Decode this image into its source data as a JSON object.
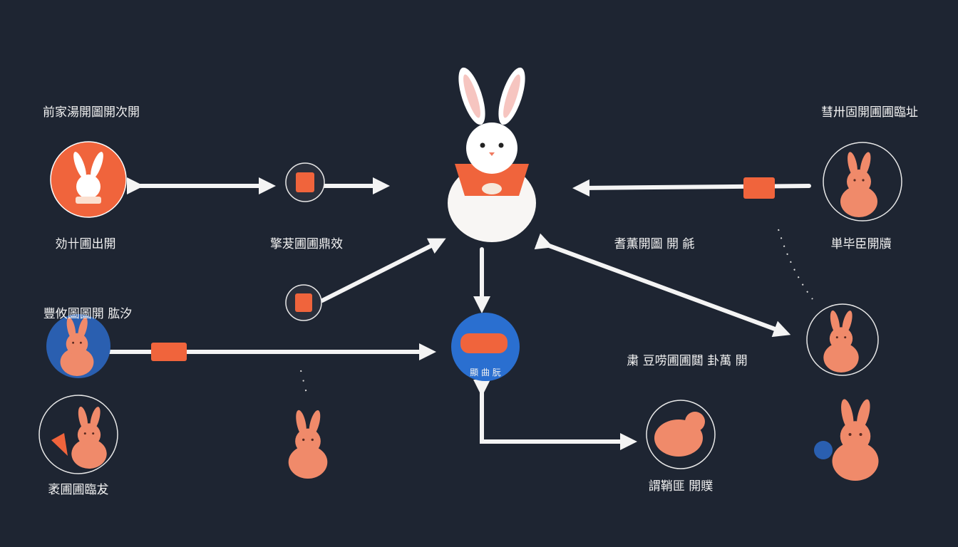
{
  "colors": {
    "background": "#1e2532",
    "accent": "#f0643c",
    "bunny": "#f08a6a",
    "blue": "#2a5fb0",
    "white": "#f4f4f4"
  },
  "labels": {
    "top_left": "前家湯開圖開次開",
    "left_circle": "効卄圃出開",
    "small_icon": "擎茇圃圃鼎效",
    "blue_left": "豐攸圖圖開 肱汐",
    "bottom_left": "袤圃圃臨犮",
    "center_plate": "顯 曲 朊",
    "top_right": "彗卅固開圃圃臨址",
    "right_circle": "単毕臣開牘",
    "right_mid": "耆薫開圖 開 毹",
    "right_lower": "粛 豆唠圃圃閮 卦萬 開",
    "bottom_mid": "謂鞘匪 開贌"
  }
}
